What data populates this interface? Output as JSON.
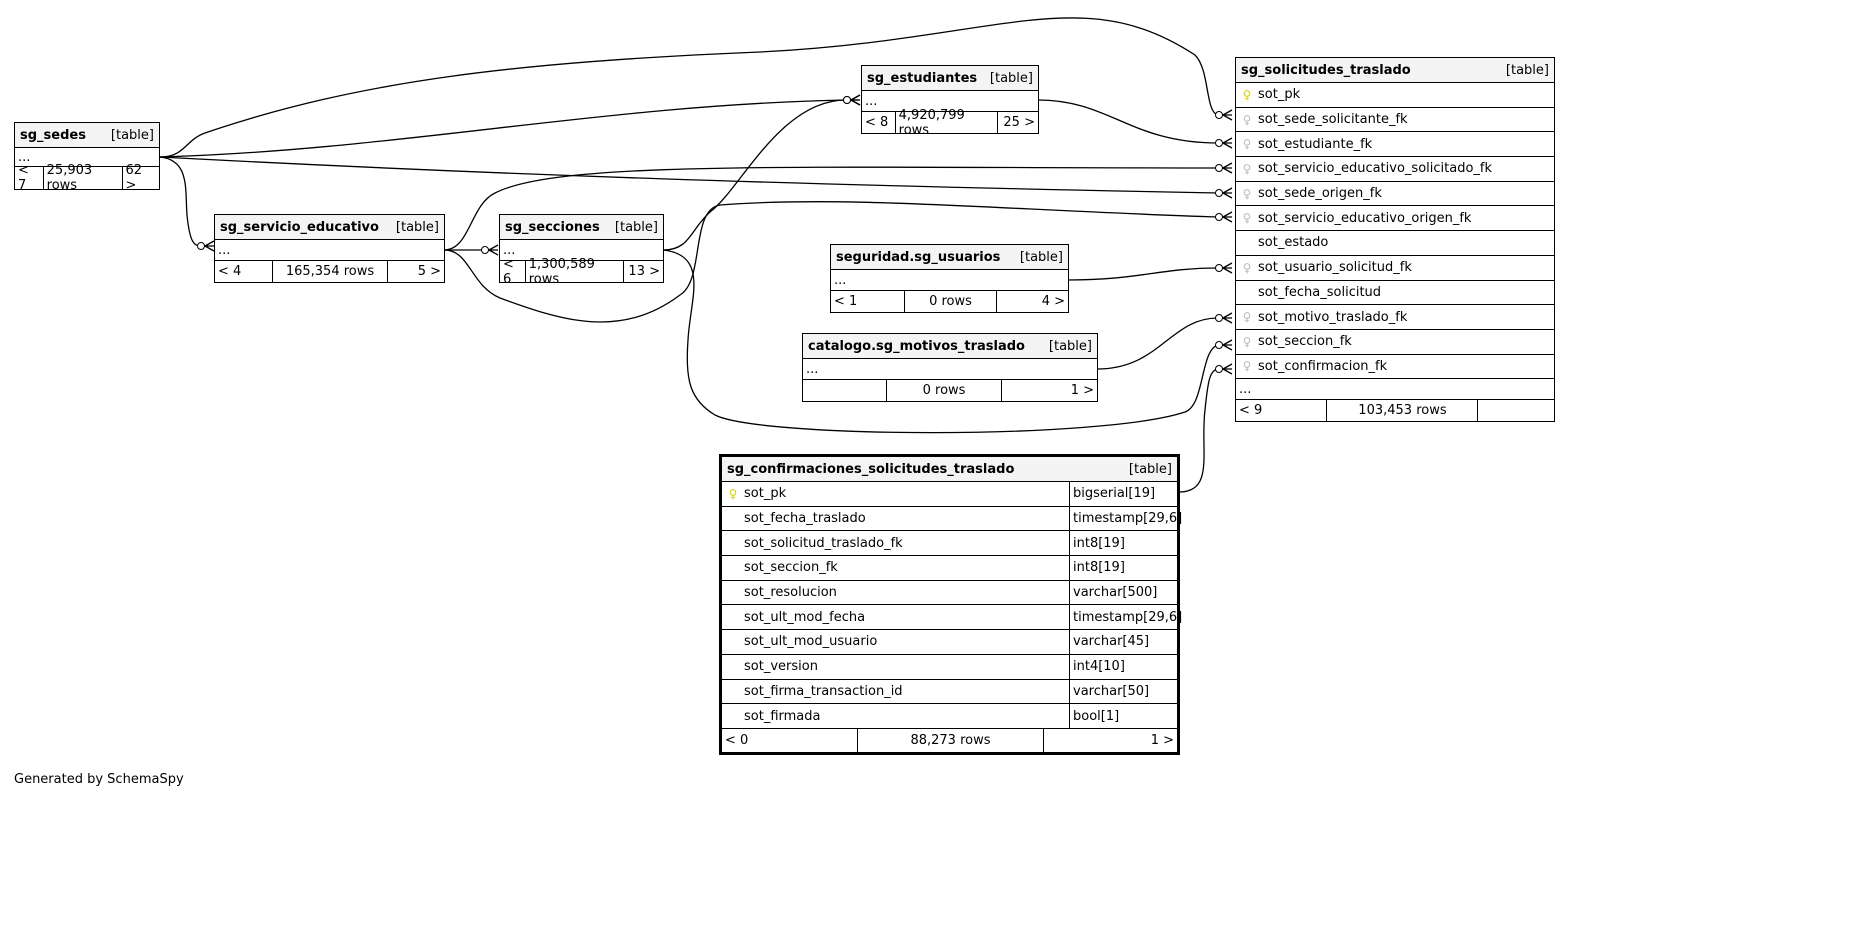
{
  "tables": [
    {
      "name": "sg_sedes",
      "tag": "[table]",
      "rows": [],
      "ellipsis": "...",
      "footer": [
        "< 7",
        "25,903 rows",
        "62 >"
      ]
    },
    {
      "name": "sg_servicio_educativo",
      "tag": "[table]",
      "rows": [],
      "ellipsis": "...",
      "footer": [
        "< 4",
        "165,354 rows",
        "5 >"
      ]
    },
    {
      "name": "sg_secciones",
      "tag": "[table]",
      "rows": [],
      "ellipsis": "...",
      "footer": [
        "< 6",
        "1,300,589 rows",
        "13 >"
      ]
    },
    {
      "name": "sg_estudiantes",
      "tag": "[table]",
      "rows": [],
      "ellipsis": "...",
      "footer": [
        "< 8",
        "4,920,799 rows",
        "25 >"
      ]
    },
    {
      "name": "seguridad.sg_usuarios",
      "tag": "[table]",
      "rows": [],
      "ellipsis": "...",
      "footer": [
        "< 1",
        "0 rows",
        "4 >"
      ]
    },
    {
      "name": "catalogo.sg_motivos_traslado",
      "tag": "[table]",
      "rows": [],
      "ellipsis": "...",
      "footer": [
        "",
        "0 rows",
        "1 >"
      ]
    },
    {
      "name": "sg_solicitudes_traslado",
      "tag": "[table]",
      "ellipsis": "...",
      "footer": [
        "< 9",
        "103,453 rows",
        ""
      ],
      "rows": [
        {
          "col": "sot_pk",
          "key": "pk"
        },
        {
          "col": "sot_sede_solicitante_fk",
          "key": "fk"
        },
        {
          "col": "sot_estudiante_fk",
          "key": "fk"
        },
        {
          "col": "sot_servicio_educativo_solicitado_fk",
          "key": "fk"
        },
        {
          "col": "sot_sede_origen_fk",
          "key": "fk"
        },
        {
          "col": "sot_servicio_educativo_origen_fk",
          "key": "fk"
        },
        {
          "col": "sot_estado",
          "key": ""
        },
        {
          "col": "sot_usuario_solicitud_fk",
          "key": "fk"
        },
        {
          "col": "sot_fecha_solicitud",
          "key": ""
        },
        {
          "col": "sot_motivo_traslado_fk",
          "key": "fk"
        },
        {
          "col": "sot_seccion_fk",
          "key": "fk"
        },
        {
          "col": "sot_confirmacion_fk",
          "key": "fk"
        }
      ]
    },
    {
      "name": "sg_confirmaciones_solicitudes_traslado",
      "tag": "[table]",
      "footer": [
        "< 0",
        "88,273 rows",
        "1 >"
      ],
      "rows": [
        {
          "col": "sot_pk",
          "key": "pk",
          "type": "bigserial[19]"
        },
        {
          "col": "sot_fecha_traslado",
          "key": "",
          "type": "timestamp[29,6]"
        },
        {
          "col": "sot_solicitud_traslado_fk",
          "key": "",
          "type": "int8[19]"
        },
        {
          "col": "sot_seccion_fk",
          "key": "",
          "type": "int8[19]"
        },
        {
          "col": "sot_resolucion",
          "key": "",
          "type": "varchar[500]"
        },
        {
          "col": "sot_ult_mod_fecha",
          "key": "",
          "type": "timestamp[29,6]"
        },
        {
          "col": "sot_ult_mod_usuario",
          "key": "",
          "type": "varchar[45]"
        },
        {
          "col": "sot_version",
          "key": "",
          "type": "int4[10]"
        },
        {
          "col": "sot_firma_transaction_id",
          "key": "",
          "type": "varchar[50]"
        },
        {
          "col": "sot_firmada",
          "key": "",
          "type": "bool[1]"
        }
      ]
    }
  ],
  "colors": {
    "pk": "#d4d400",
    "fk": "#bbbbbb"
  },
  "footer_text": "Generated by SchemaSpy"
}
